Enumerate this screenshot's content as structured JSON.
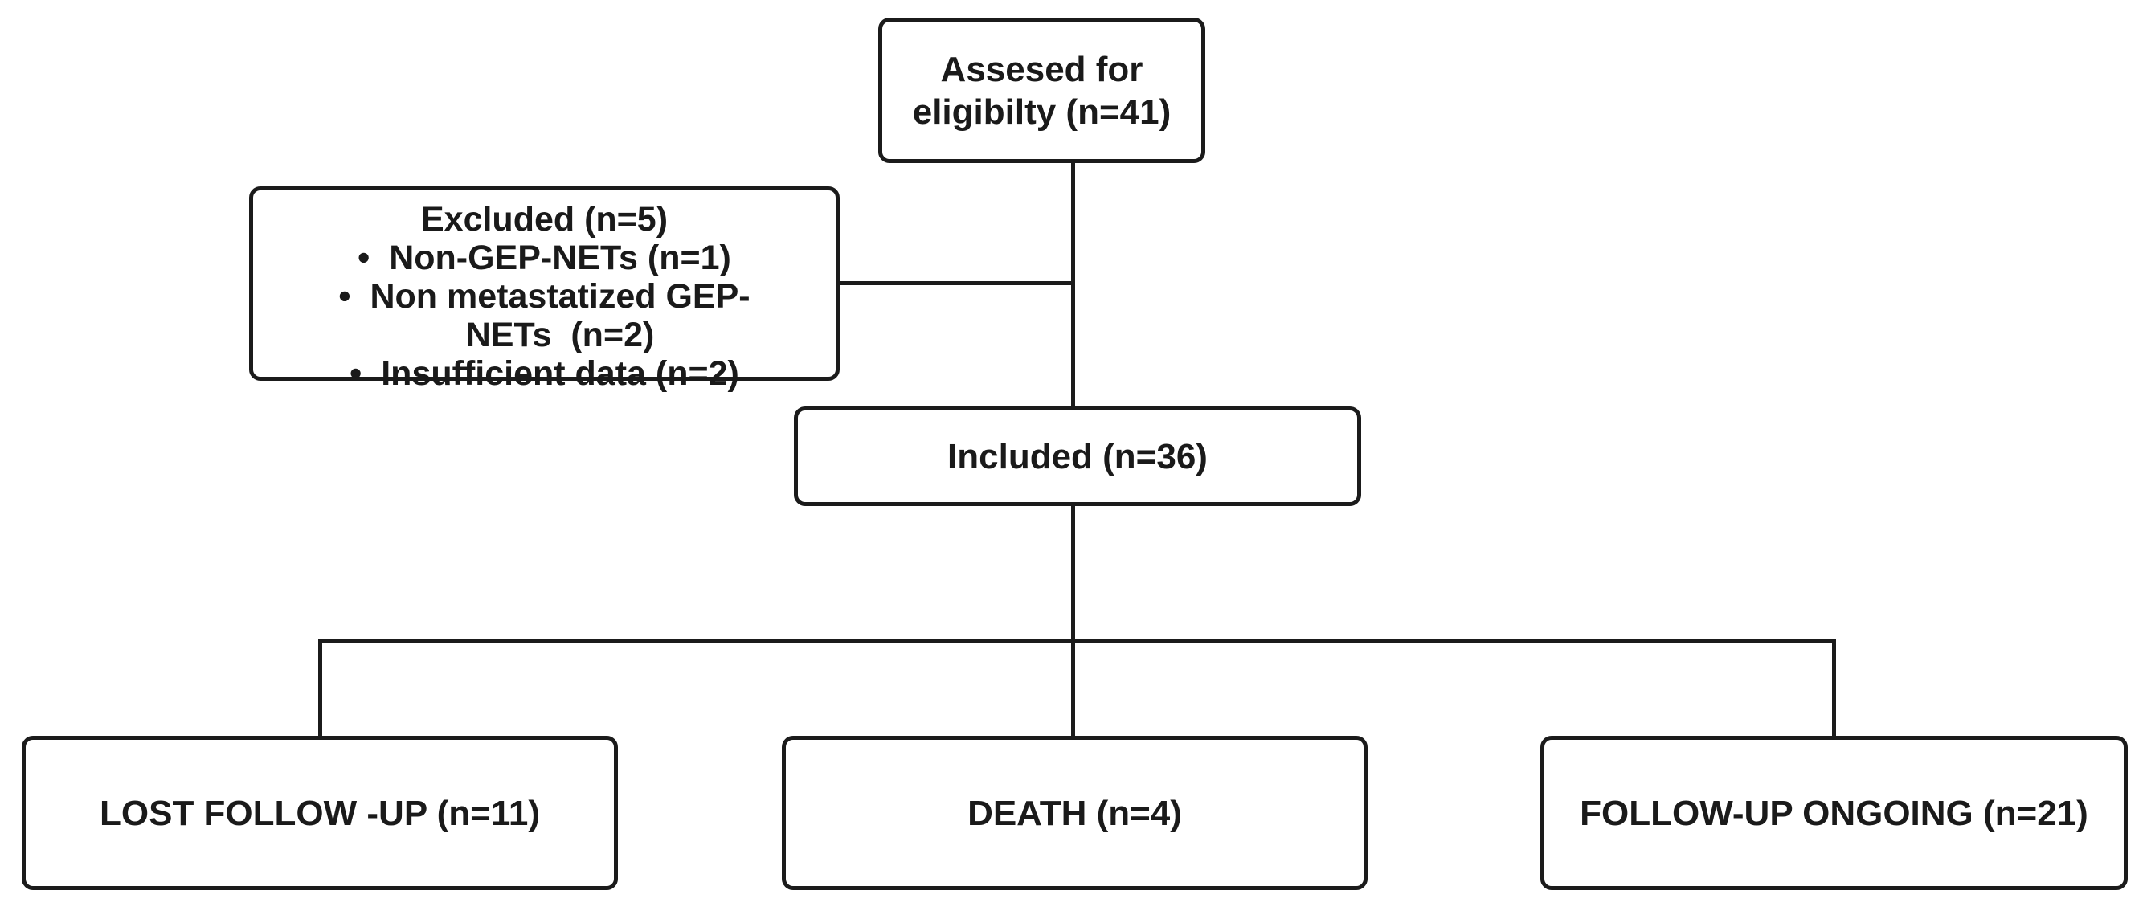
{
  "diagram": {
    "bullet_glyph": "•",
    "colors": {
      "line": "#1b1b1b",
      "text": "#1a1a1a",
      "box_bg": "#ffffff",
      "page_bg": "#ffffff"
    },
    "nodes": {
      "assessed": {
        "label": "Assesed for\neligibilty (n=41)"
      },
      "excluded": {
        "title": "Excluded (n=5)",
        "items": [
          "Non-GEP-NETs (n=1)",
          "Non metastatized GEP-\nNETs  (n=2)",
          "Insufficient data (n=2)"
        ]
      },
      "included": {
        "label": "Included (n=36)"
      },
      "lost_follow_up": {
        "label": "LOST FOLLOW -UP (n=11)"
      },
      "death": {
        "label": "DEATH (n=4)"
      },
      "follow_up_ongoing": {
        "label": "FOLLOW-UP ONGOING (n=21)"
      }
    }
  }
}
